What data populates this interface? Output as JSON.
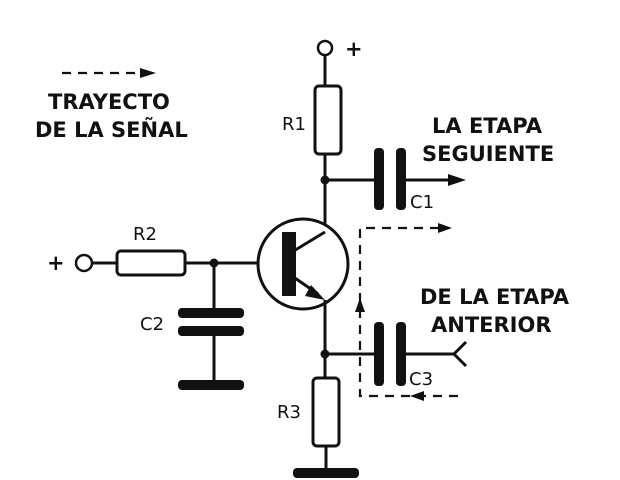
{
  "legend": {
    "line1": "TRAYECTO",
    "line2": "DE LA SEÑAL"
  },
  "supply": {
    "label": "+"
  },
  "input": {
    "label": "+"
  },
  "next_stage": {
    "line1": "LA ETAPA",
    "line2": "SEGUIENTE"
  },
  "prev_stage": {
    "line1": "DE LA ETAPA",
    "line2": "ANTERIOR"
  },
  "components": {
    "r1": "R1",
    "r2": "R2",
    "r3": "R3",
    "c1": "C1",
    "c2": "C2",
    "c3": "C3"
  },
  "colors": {
    "ink": "#111111",
    "paper": "#ffffff"
  }
}
